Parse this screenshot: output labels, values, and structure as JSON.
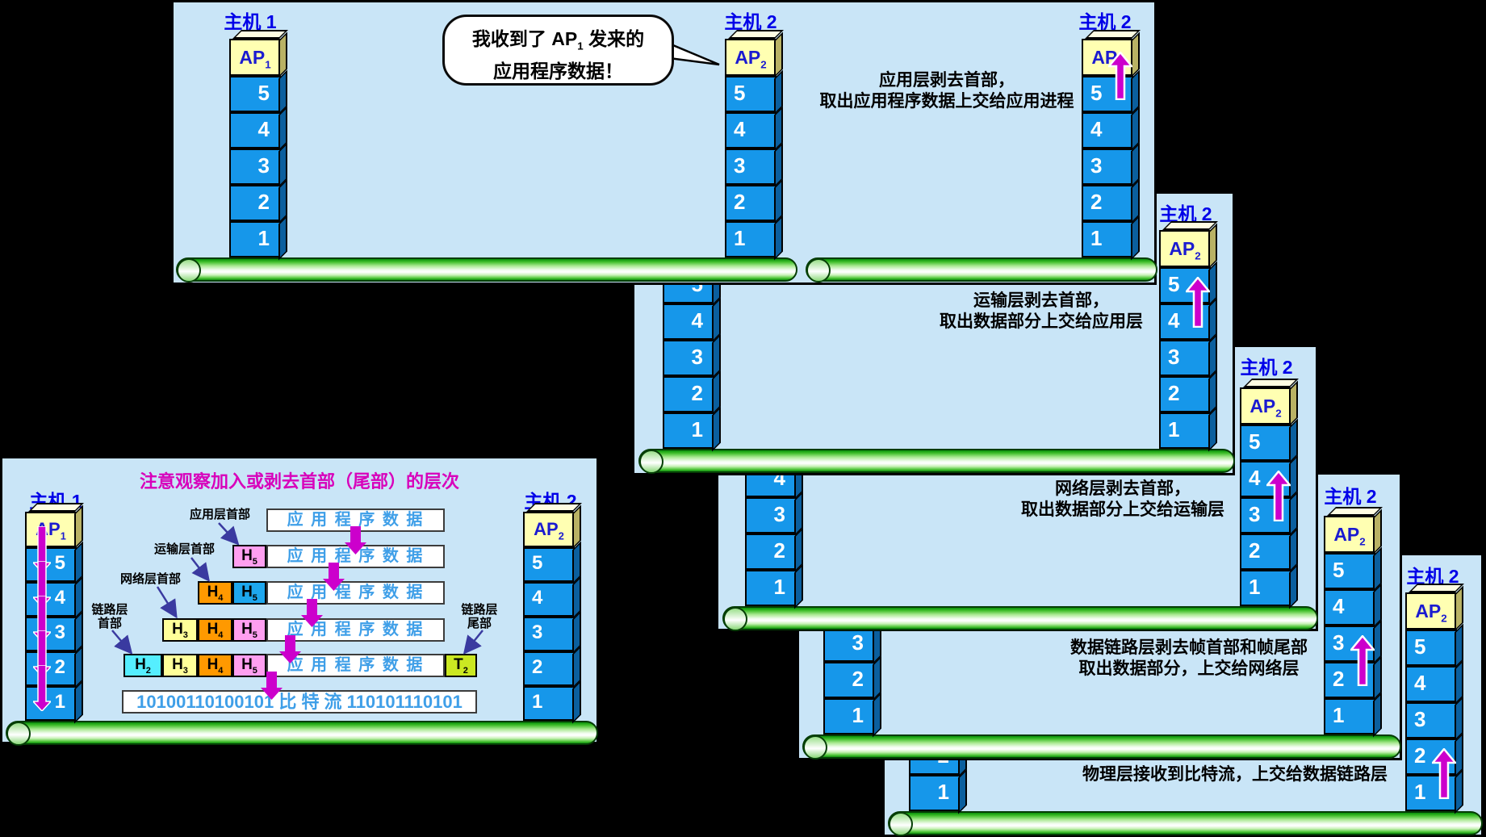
{
  "colors": {
    "panel_bg": "#c9e5f7",
    "layer_box_blue": "#1697ea",
    "layer_box_side": "#0b5f9e",
    "ap_box_yellow": "#ffffb2",
    "host_label_blue": "#0000e8",
    "arrow_magenta": "#cc00cc",
    "pipe_green": "#0a8f0a",
    "title_magenta": "#d800bb",
    "data_text_blue": "#3f9fe8",
    "chip_h5_pink": "#ff9ff0",
    "chip_h5_blue": "#1ea7ee",
    "chip_h4_orange": "#ff9900",
    "chip_h3_yellow": "#ffff99",
    "chip_h2_cyan": "#55eeff",
    "chip_t2_green": "#cbe822",
    "annotation_arrow_blue": "#3a3aa0"
  },
  "labels": {
    "host1": "主机 1",
    "host2": "主机 2",
    "layers": [
      "5",
      "4",
      "3",
      "2",
      "1"
    ],
    "ap_base": "AP",
    "ap1_sub": "1",
    "ap2_sub": "2"
  },
  "bubble": {
    "pre": "我收到了 AP",
    "sub": "1",
    "post": " 发来的",
    "line2": "应用程序数据！"
  },
  "stages": [
    {
      "name": "application-layer",
      "lines": [
        "应用层剥去首部，",
        "取出应用程序数据上交给应用进程"
      ]
    },
    {
      "name": "transport-layer",
      "lines": [
        "运输层剥去首部，",
        "取出数据部分上交给应用层"
      ]
    },
    {
      "name": "network-layer",
      "lines": [
        "网络层剥去首部，",
        "取出数据部分上交给运输层"
      ]
    },
    {
      "name": "data-link-layer",
      "lines": [
        "数据链路层剥去帧首部和帧尾部",
        "取出数据部分，上交给网络层"
      ]
    },
    {
      "name": "physical-layer",
      "lines": [
        "物理层接收到比特流，上交给数据链路层"
      ]
    }
  ],
  "detail": {
    "title": "注意观察加入或剥去首部（尾部）的层次",
    "annotations": [
      {
        "name": "application-header",
        "text": "应用层首部"
      },
      {
        "name": "transport-header",
        "text": "运输层首部"
      },
      {
        "name": "network-header",
        "text": "网络层首部"
      },
      {
        "name": "link-header",
        "text": "链路层\n首部"
      },
      {
        "name": "link-trailer",
        "text": "链路层\n尾部"
      }
    ],
    "data_label": "应 用 程 序 数 据",
    "rows": [
      {
        "chips": []
      },
      {
        "chips": [
          {
            "b": "H",
            "s": "5",
            "c": "pink"
          }
        ]
      },
      {
        "chips": [
          {
            "b": "H",
            "s": "4",
            "c": "orange"
          },
          {
            "b": "H",
            "s": "5",
            "c": "blue"
          }
        ]
      },
      {
        "chips": [
          {
            "b": "H",
            "s": "3",
            "c": "yellow"
          },
          {
            "b": "H",
            "s": "4",
            "c": "orange"
          },
          {
            "b": "H",
            "s": "5",
            "c": "pink"
          }
        ]
      },
      {
        "chips": [
          {
            "b": "H",
            "s": "2",
            "c": "cyan"
          },
          {
            "b": "H",
            "s": "3",
            "c": "yellow"
          },
          {
            "b": "H",
            "s": "4",
            "c": "orange"
          },
          {
            "b": "H",
            "s": "5",
            "c": "pink"
          }
        ],
        "tail": {
          "b": "T",
          "s": "2",
          "c": "green"
        }
      }
    ],
    "bitstream": "10100110100101 比 特 流 110101110101"
  }
}
